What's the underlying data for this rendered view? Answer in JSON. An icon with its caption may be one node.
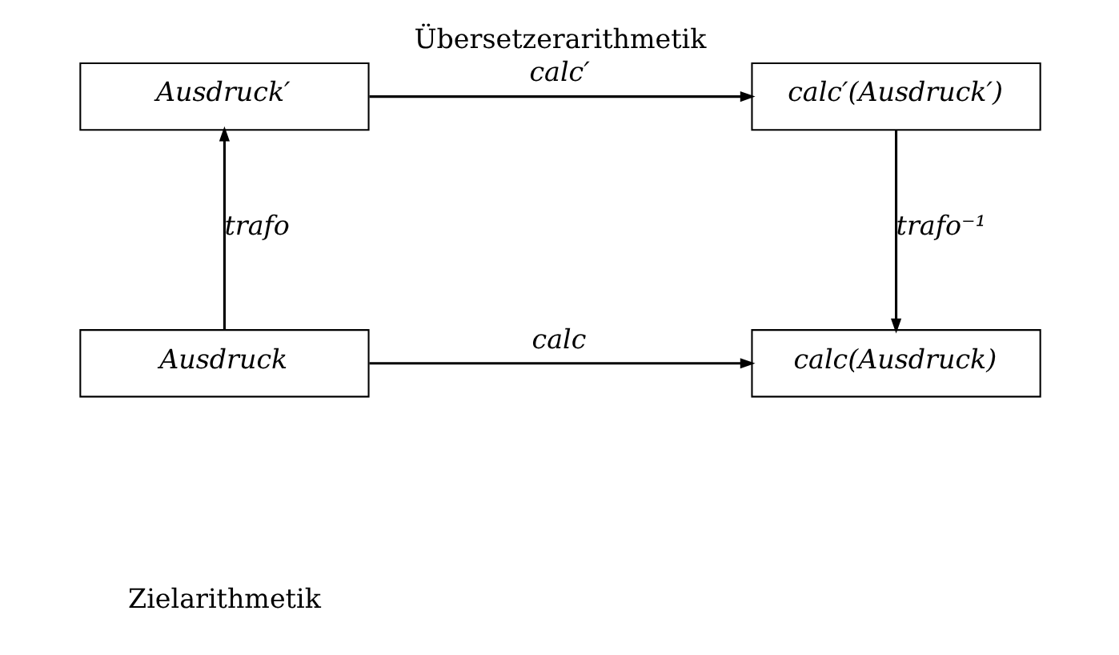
{
  "diagram": {
    "title": "Übersetzerarithmetik",
    "nodes": [
      {
        "text": [
          "Ausdruck′"
        ]
      },
      {
        "text": [
          "calc′(Ausdruck′)"
        ]
      },
      {
        "text": [
          "Ausdruck"
        ]
      },
      {
        "text": [
          "calc(Ausdruck)"
        ]
      }
    ],
    "edges": [
      {
        "from": 0,
        "to": 1,
        "arrow": "to",
        "label": "calc′"
      },
      {
        "from": 2,
        "to": 0,
        "arrow": "to",
        "label": "trafo"
      },
      {
        "from": 1,
        "to": 3,
        "arrow": "to",
        "label": "trafo⁻¹"
      },
      {
        "from": 2,
        "to": 3,
        "arrow": "to",
        "label": "calc"
      }
    ],
    "labels": [
      "Zielarithmetik"
    ]
  }
}
